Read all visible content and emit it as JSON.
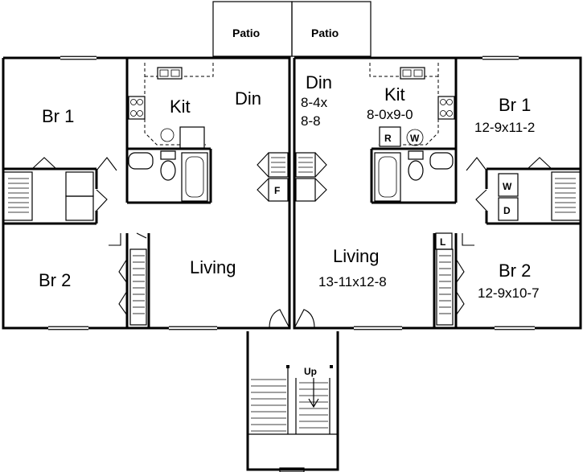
{
  "patio": {
    "left": "Patio",
    "right": "Patio"
  },
  "left_unit": {
    "br1": "Br 1",
    "kit": "Kit",
    "din": "Din",
    "br2": "Br 2",
    "living": "Living"
  },
  "right_unit": {
    "din": "Din",
    "din_dim_1": "8-4x",
    "din_dim_2": "8-8",
    "kit": "Kit",
    "kit_dim": "8-0x9-0",
    "br1": "Br 1",
    "br1_dim": "12-9x11-2",
    "living": "Living",
    "living_dim": "13-11x12-8",
    "br2": "Br 2",
    "br2_dim": "12-9x10-7",
    "range": "R",
    "washer_kit": "W",
    "washer": "W",
    "dryer": "D",
    "linen": "L"
  },
  "center": {
    "furnace": "F"
  },
  "stair": {
    "up": "Up"
  }
}
